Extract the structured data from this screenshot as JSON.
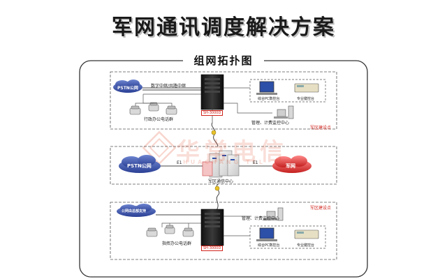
{
  "title": "军网通讯调度解决方案",
  "subtitle": "组网拓扑图",
  "watermark": {
    "text": "华常电信",
    "text_en": "HUACHANG TEL",
    "logo": "华"
  },
  "top_section": {
    "cloud": "PSTN公网",
    "trunk_label": "数字中继/共路中继",
    "phones_label": "行政办公电话群",
    "server_label": "SH-3000D",
    "pc_label": "综合PC数控台",
    "console_label": "专业键控台",
    "monitor_label": "管理、计费监控中心",
    "site_label": "军区建设点"
  },
  "middle_section": {
    "cloud_left": "PSTN公网",
    "cloud_right": "军网",
    "e1_left": "E1",
    "e1_right": "E1",
    "center_label": "军区通信中心"
  },
  "bottom_section": {
    "site_label": "军区建设点",
    "cloud": "公网由总部支持",
    "monitor_label": "管理、计费监控中心",
    "phones_label": "指挥办公电话群",
    "server_label": "SH-3000D",
    "pc_label": "综合PC数控台",
    "console_label": "专业键控台"
  },
  "colors": {
    "frame": "#333333",
    "dash": "#555555",
    "accent": "#d0241c",
    "cloud": "#2a3f94",
    "connector": "#e8c229"
  }
}
